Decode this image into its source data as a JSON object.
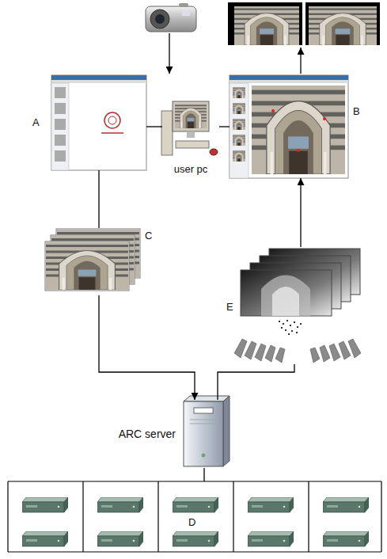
{
  "diagram": {
    "nodes": [
      {
        "text": [
          "A"
        ]
      },
      {
        "text": [
          "user pc"
        ]
      },
      {
        "text": [
          "B"
        ]
      },
      {
        "text": [
          "C"
        ]
      },
      {
        "text": [
          "E"
        ]
      },
      {
        "text": [
          "ARC server"
        ]
      },
      {
        "text": [
          "D"
        ]
      }
    ],
    "edges": [
      {
        "from": 0,
        "to": 1,
        "arrow": "none"
      },
      {
        "from": 1,
        "to": 2,
        "arrow": "none"
      },
      {
        "from": 0,
        "to": 3,
        "arrow": "none"
      },
      {
        "from": 3,
        "to": 5,
        "arrow": "to"
      },
      {
        "from": 5,
        "to": 4,
        "arrow": "none"
      },
      {
        "from": 4,
        "to": 2,
        "arrow": "to"
      },
      {
        "from": 5,
        "to": 6,
        "arrow": "none"
      }
    ]
  }
}
